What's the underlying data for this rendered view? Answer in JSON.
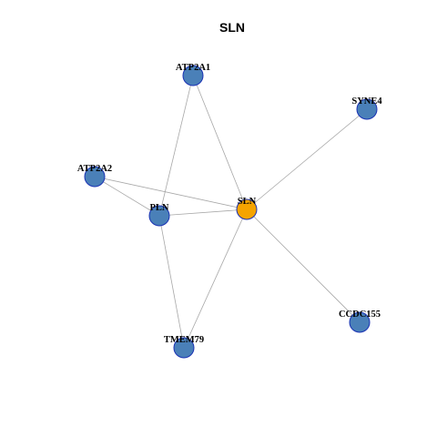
{
  "title": "SLN",
  "colors": {
    "hub": "#f5a400",
    "node": "#4a80b8",
    "node_border": "#1a32b4",
    "edge": "#a8a8a8"
  },
  "nodes": [
    {
      "id": "SLN",
      "label": "SLN",
      "hub": true
    },
    {
      "id": "ATP2A1",
      "label": "ATP2A1",
      "hub": false
    },
    {
      "id": "SYNE4",
      "label": "SYNE4",
      "hub": false
    },
    {
      "id": "ATP2A2",
      "label": "ATP2A2",
      "hub": false
    },
    {
      "id": "PLN",
      "label": "PLN",
      "hub": false
    },
    {
      "id": "CCDC155",
      "label": "CCDC155",
      "hub": false
    },
    {
      "id": "TMEM79",
      "label": "TMEM79",
      "hub": false
    }
  ],
  "edges": [
    [
      "SLN",
      "ATP2A1"
    ],
    [
      "SLN",
      "SYNE4"
    ],
    [
      "SLN",
      "ATP2A2"
    ],
    [
      "SLN",
      "PLN"
    ],
    [
      "SLN",
      "CCDC155"
    ],
    [
      "SLN",
      "TMEM79"
    ],
    [
      "ATP2A1",
      "PLN"
    ],
    [
      "ATP2A2",
      "PLN"
    ],
    [
      "PLN",
      "TMEM79"
    ]
  ]
}
